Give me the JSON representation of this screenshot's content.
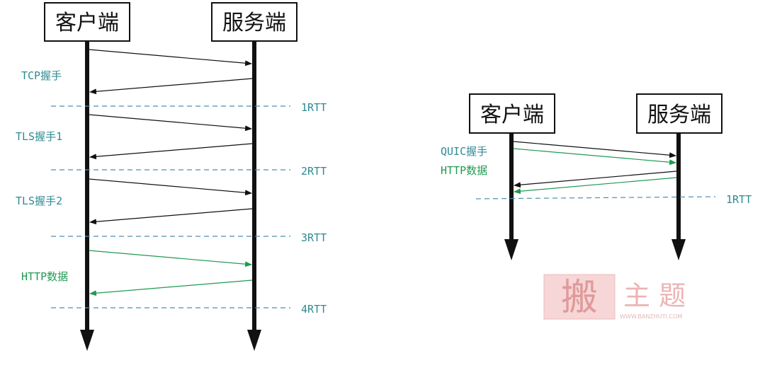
{
  "colors": {
    "label": "#2f8a93",
    "dash": "#4f8db2",
    "arrow_black": "#111111",
    "arrow_green": "#1f9a52",
    "watermark": "#e08a8a"
  },
  "left_diagram": {
    "client_label": "客户端",
    "server_label": "服务端",
    "phases": [
      {
        "label": "TCP握手",
        "rtt": "1RTT",
        "color": "black"
      },
      {
        "label": "TLS握手1",
        "rtt": "2RTT",
        "color": "black"
      },
      {
        "label": "TLS握手2",
        "rtt": "3RTT",
        "color": "black"
      },
      {
        "label": "HTTP数据",
        "rtt": "4RTT",
        "color": "green"
      }
    ]
  },
  "right_diagram": {
    "client_label": "客户端",
    "server_label": "服务端",
    "labels": [
      "QUIC握手",
      "HTTP数据"
    ],
    "rtt": "1RTT"
  },
  "watermark": {
    "text": "主 题",
    "url": "WWW.BANZHUTI.COM",
    "seal": "搬"
  }
}
